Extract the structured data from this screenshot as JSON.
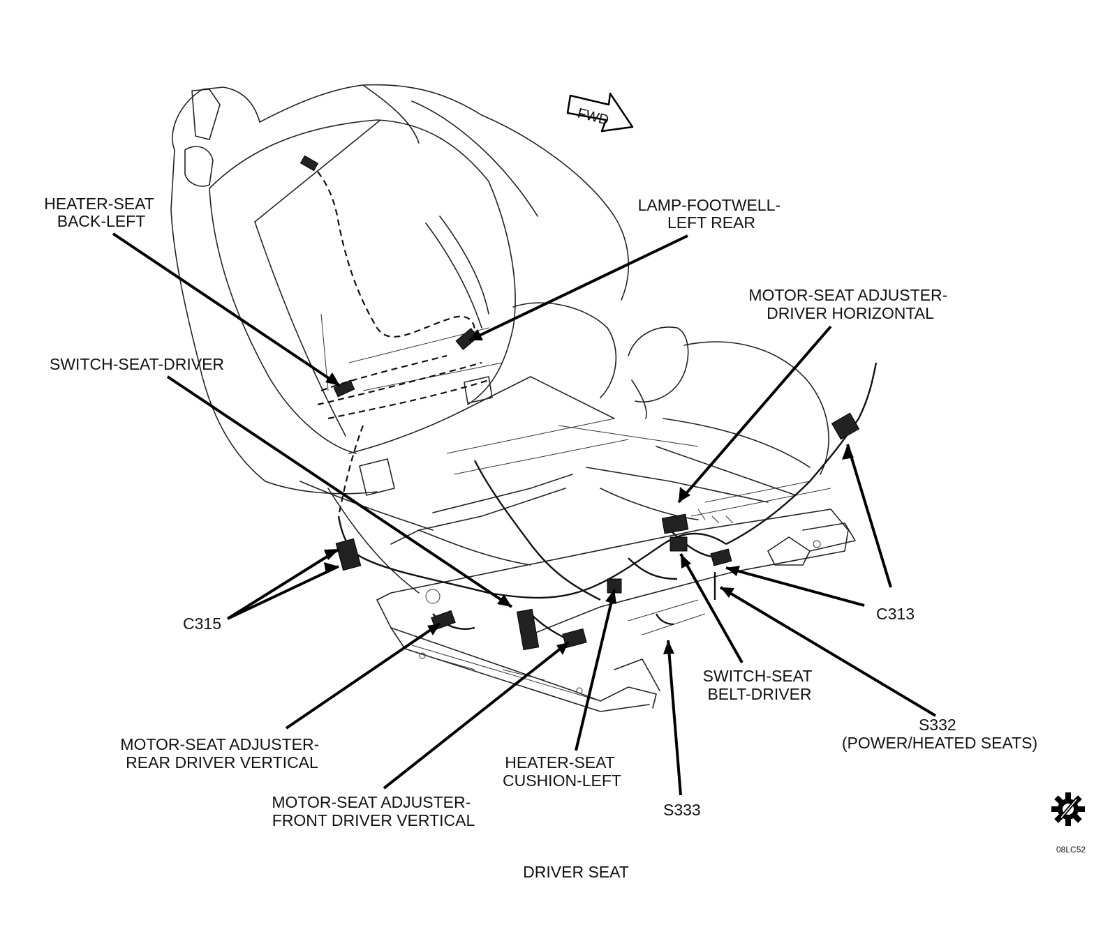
{
  "fwd_label": "FWD",
  "labels": {
    "heater_seat_back_left": [
      "HEATER-SEAT",
      "BACK-LEFT"
    ],
    "lamp_footwell_left_rear": [
      "LAMP-FOOTWELL-",
      "LEFT REAR"
    ],
    "motor_seat_adjuster_driver_horizontal": [
      "MOTOR-SEAT ADJUSTER-",
      "DRIVER HORIZONTAL"
    ],
    "switch_seat_driver": [
      "SWITCH-SEAT-DRIVER"
    ],
    "c315": [
      "C315"
    ],
    "c313": [
      "C313"
    ],
    "switch_seat_belt_driver": [
      "SWITCH-SEAT",
      "BELT-DRIVER"
    ],
    "s332": [
      "S332",
      "(POWER/HEATED SEATS)"
    ],
    "motor_seat_adjuster_rear_driver_vertical": [
      "MOTOR-SEAT ADJUSTER-",
      "REAR DRIVER VERTICAL"
    ],
    "heater_seat_cushion_left": [
      "HEATER-SEAT",
      "CUSHION-LEFT"
    ],
    "motor_seat_adjuster_front_driver_vertical": [
      "MOTOR-SEAT ADJUSTER-",
      "FRONT DRIVER VERTICAL"
    ],
    "s333": [
      "S333"
    ]
  },
  "caption": "DRIVER SEAT",
  "figure_id": "08LC52",
  "icon": "gear-wrench-icon"
}
